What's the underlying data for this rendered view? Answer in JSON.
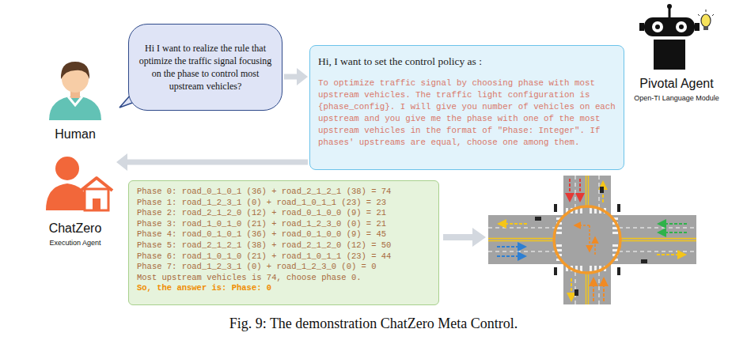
{
  "diagram": {
    "caption": "Fig. 9: The demonstration ChatZero Meta Control.",
    "nodes": [
      {
        "text": [
          "Human"
        ]
      },
      {
        "text": [
          "Hi I want to realize the rule that optimize the traffic signal focusing on the phase to control most upstream vehicles?"
        ]
      },
      {
        "text": [
          "Hi, I want to set the control policy as :",
          "To optimize traffic signal by choosing phase with most upstream vehicles. The traffic light configuration is {phase_config}. I will give you number of vehicles on each upstream and you give me the phase with one of the most upstream vehicles in the format of \"Phase: Integer\". If phases' upstreams are equal, choose one among them."
        ]
      },
      {
        "text": [
          "Pivotal Agent",
          "Open-TI Language Module"
        ]
      },
      {
        "text": [
          "ChatZero",
          "Execution Agent"
        ]
      },
      {
        "text": [
          "Phase 0: road_0_1_0_1 (36) + road_2_1_2_1 (38) = 74",
          "Phase 1: road_1_2_3_1 (0) + road_1_0_1_1 (23) = 23",
          "Phase 2: road_2_1_2_0 (12) + road_0_1_0_0 (9) = 21",
          "Phase 3: road_1_0_1_0 (21) + road_1_2_3_0 (0) = 21",
          "Phase 4: road_0_1_0_1 (36) + road_0_1_0_0 (9) = 45",
          "Phase 5: road_2_1_2_1 (38) + road_2_1_2_0 (12) = 50",
          "Phase 6: road_1_0_1_0 (21) + road_1_0_1_1 (23) = 44",
          "Phase 7: road_1_2_3_1 (0) + road_1_2_3_0 (0) = 0",
          "Most upstream vehicles is 74, choose phase 0.",
          "So, the answer is: Phase: 0"
        ]
      }
    ],
    "edges": [
      {
        "from": 1,
        "to": 2,
        "arrow": "to"
      },
      {
        "from": 2,
        "to": 4,
        "arrow": "to"
      }
    ]
  }
}
